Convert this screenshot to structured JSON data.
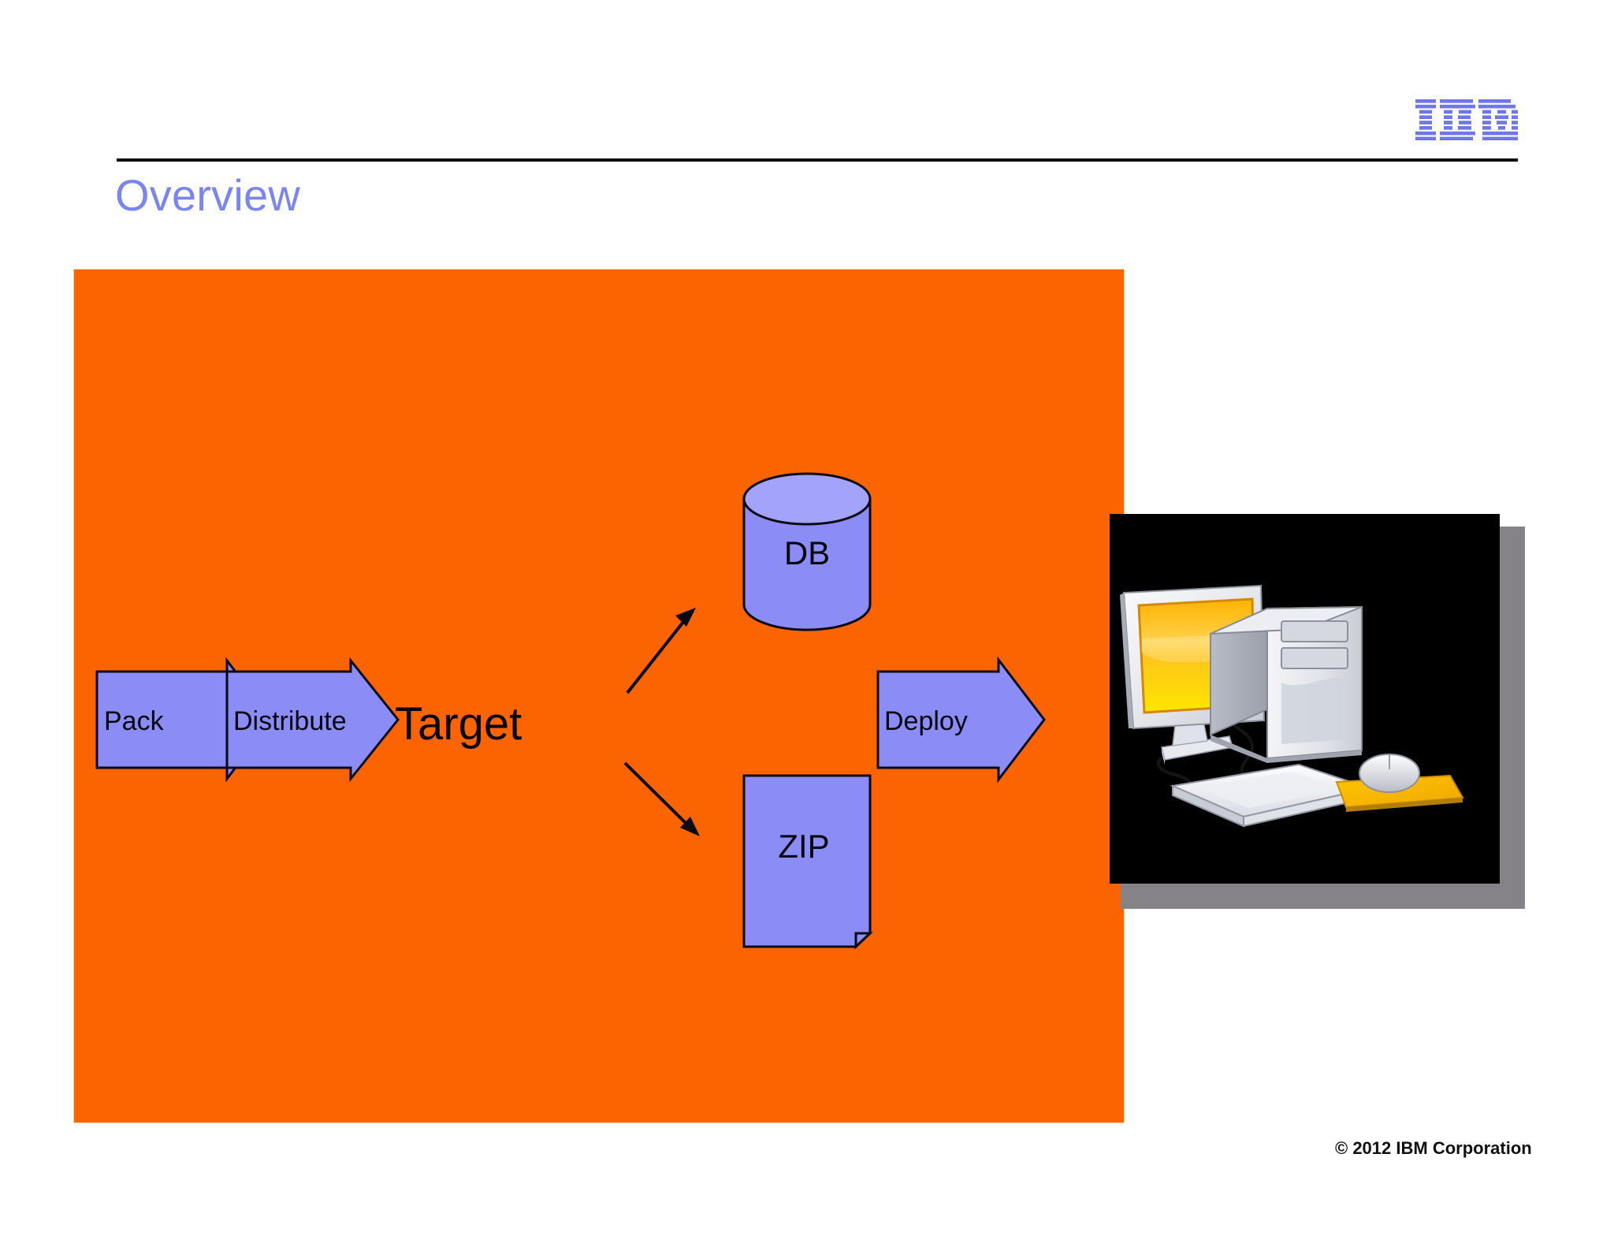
{
  "slide": {
    "title": "Overview",
    "footer": "© 2012 IBM Corporation",
    "brand": "IBM",
    "colors": {
      "title": "#7b85f0",
      "panel_background": "#fb6400",
      "shape_fill": "#8c8cf7",
      "shape_fill_light": "#a3a3fb",
      "shape_stroke": "#0a0a14",
      "rule": "#000000",
      "logo": "#6e76e8",
      "picture_background": "#000000",
      "picture_shadow": "#858388",
      "screen_top": "#ffb300",
      "screen_bottom": "#ffe000",
      "mousepad": "#f5b600"
    }
  },
  "diagram": {
    "type": "process-flow",
    "steps": [
      {
        "id": "pack",
        "label": "Pack",
        "shape": "block-arrow"
      },
      {
        "id": "distribute",
        "label": "Distribute",
        "shape": "block-arrow"
      },
      {
        "id": "target",
        "label": "Target",
        "shape": "text"
      },
      {
        "id": "db",
        "label": "DB",
        "shape": "cylinder"
      },
      {
        "id": "zip",
        "label": "ZIP",
        "shape": "document"
      },
      {
        "id": "deploy",
        "label": "Deploy",
        "shape": "block-arrow"
      },
      {
        "id": "machine",
        "label": "",
        "shape": "picture"
      }
    ],
    "connectors": [
      {
        "from": "target",
        "to": "db",
        "style": "thin-arrow"
      },
      {
        "from": "target",
        "to": "zip",
        "style": "thin-arrow"
      }
    ]
  }
}
